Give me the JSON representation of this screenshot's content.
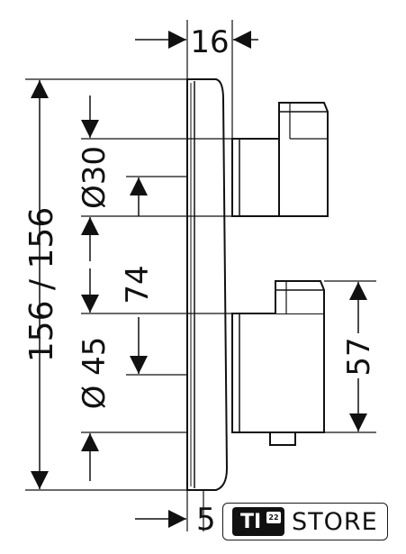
{
  "dimensions": {
    "plate_depth": "16",
    "overall_height": "156 / 156",
    "upper_knob_dia": "Ø30",
    "knob_spacing": "74",
    "lower_knob_dia": "Ø 45",
    "lower_knob_height": "57",
    "bottom_cut": "5"
  },
  "badge": {
    "ti": "TI",
    "ti_number": "22",
    "store": "STORE"
  },
  "colors": {
    "line": "#111111",
    "background": "#ffffff"
  }
}
